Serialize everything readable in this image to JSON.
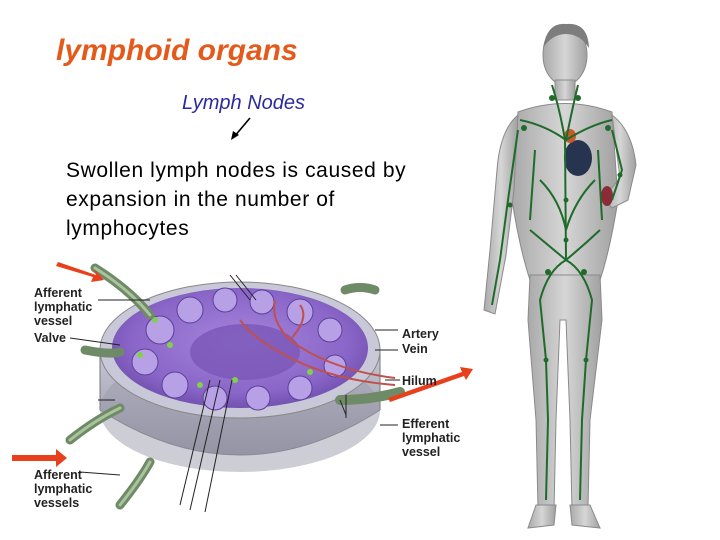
{
  "slide": {
    "title": "lymphoid organs",
    "subtitle": "Lymph Nodes",
    "body": "Swollen lymph nodes is caused by expansion in the number of lymphocytes"
  },
  "diagram_labels": {
    "afferent_top": [
      "Afferent",
      "lymphatic",
      "vessel"
    ],
    "valve": "Valve",
    "artery": "Artery",
    "vein": "Vein",
    "hilum": "Hilum",
    "efferent": [
      "Efferent",
      "lymphatic",
      "vessel"
    ],
    "afferent_bottom": [
      "Afferent",
      "lymphatic",
      "vessels"
    ]
  },
  "colors": {
    "title": "#e35a1b",
    "subtitle": "#2b2b9e",
    "arrow": "#e8401c",
    "vessel": "#7f9a74",
    "node_purple": "#8a66c8",
    "lymph_green": "#1f6b2a"
  }
}
